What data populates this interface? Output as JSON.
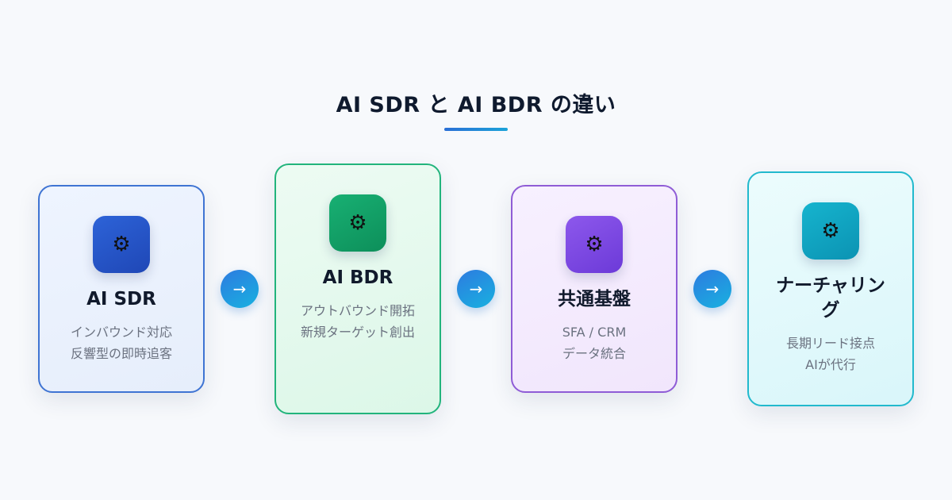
{
  "title": "AI SDR と AI BDR の違い",
  "colors": {
    "accent": "#2a6fd6",
    "card1_border": "#3f74d3",
    "card2_border": "#22b47c",
    "card3_border": "#8f5cd6",
    "card4_border": "#22b9cd"
  },
  "arrow_glyph": "→",
  "cards": [
    {
      "icon": "gear-icon",
      "icon_glyph": "⚙",
      "title": "AI SDR",
      "desc_lines": [
        "インバウンド対応",
        "反響型の即時追客"
      ]
    },
    {
      "icon": "gear-icon",
      "icon_glyph": "⚙",
      "title": "AI BDR",
      "desc_lines": [
        "アウトバウンド開拓",
        "新規ターゲット創出"
      ]
    },
    {
      "icon": "gear-icon",
      "icon_glyph": "⚙",
      "title": "共通基盤",
      "desc_lines": [
        "SFA / CRM",
        "データ統合"
      ]
    },
    {
      "icon": "gear-icon",
      "icon_glyph": "⚙",
      "title": "ナーチャリング",
      "desc_lines": [
        "長期リード接点",
        "AIが代行"
      ]
    }
  ]
}
